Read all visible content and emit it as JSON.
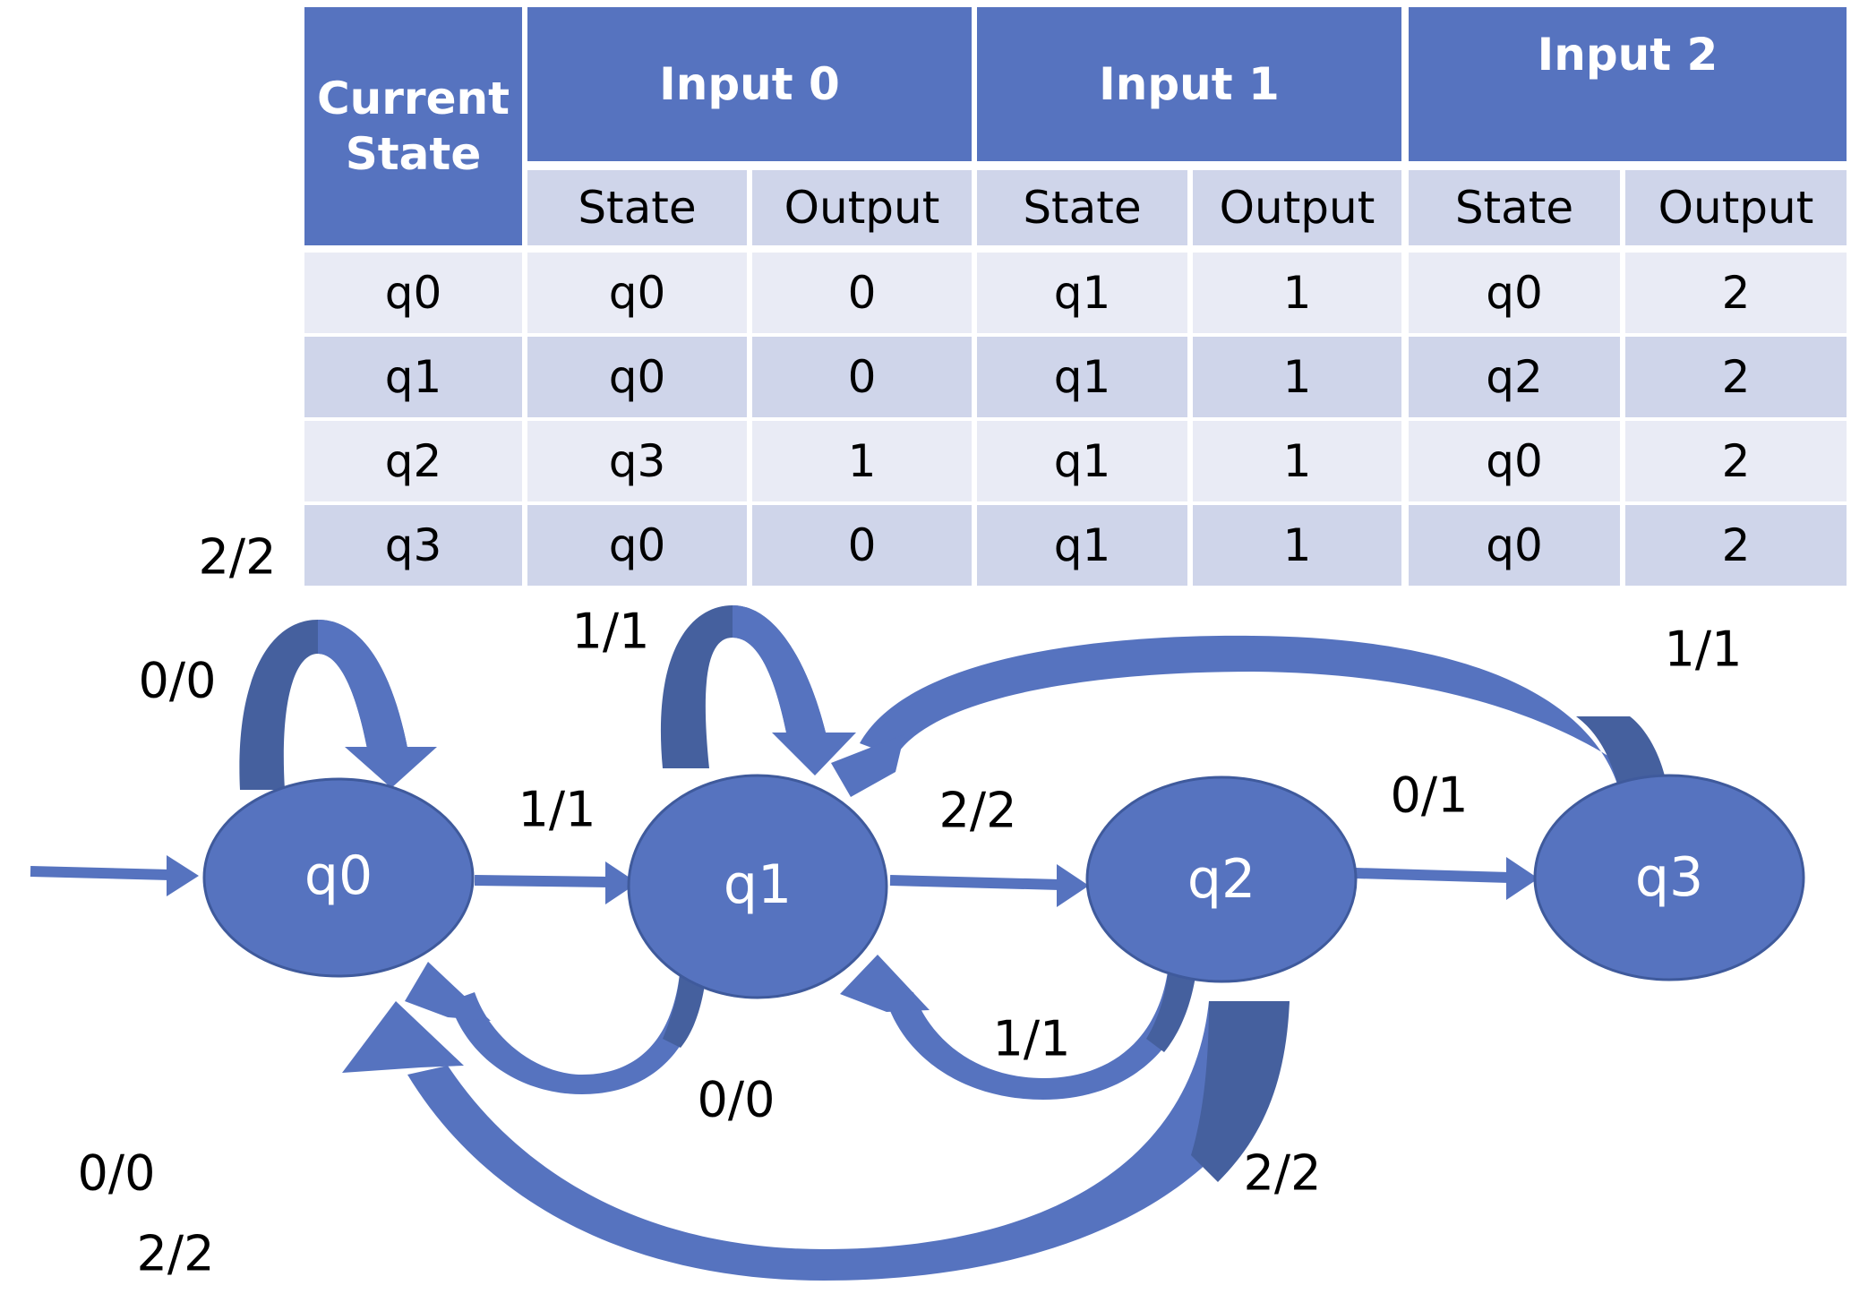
{
  "table": {
    "header": {
      "current_state": "Current State",
      "inputs": [
        "Input 0",
        "Input 1",
        "Input 2"
      ],
      "sub_state": "State",
      "sub_output": "Output"
    },
    "rows": [
      {
        "current": "q0",
        "cells": [
          "q0",
          "0",
          "q1",
          "1",
          "q0",
          "2"
        ]
      },
      {
        "current": "q1",
        "cells": [
          "q0",
          "0",
          "q1",
          "1",
          "q2",
          "2"
        ]
      },
      {
        "current": "q2",
        "cells": [
          "q3",
          "1",
          "q1",
          "1",
          "q0",
          "2"
        ]
      },
      {
        "current": "q3",
        "cells": [
          "q0",
          "0",
          "q1",
          "1",
          "q0",
          "2"
        ]
      }
    ]
  },
  "diagram": {
    "states": [
      "q0",
      "q1",
      "q2",
      "q3"
    ],
    "labels": {
      "q0_top_2": "2/2",
      "q0_self": "0/0",
      "q1_self": "1/1",
      "q3_to_q1": "1/1",
      "q0_to_q1": "1/1",
      "q1_to_q2": "2/2",
      "q2_to_q3": "0/1",
      "q2_to_q1": "1/1",
      "q1_to_q0": "0/0",
      "q2_to_q0": "2/2",
      "bottom_left_0": "0/0",
      "bottom_left_2": "2/2"
    }
  },
  "colors": {
    "header": "#5673BF",
    "row_light": "#E9EBF5",
    "row_dark": "#CFD5EA",
    "node_fill": "#5673BF",
    "arrow_dark": "#45609E"
  }
}
